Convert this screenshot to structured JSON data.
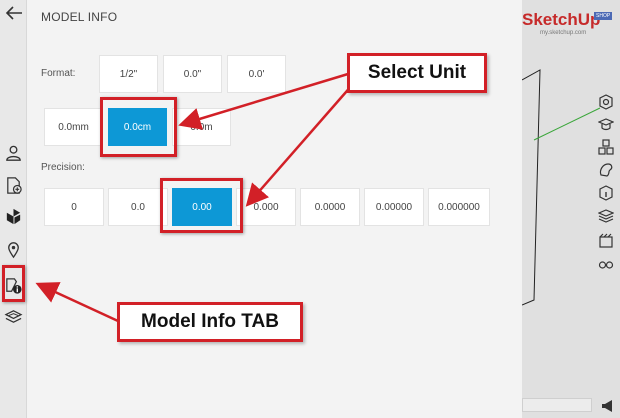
{
  "panel": {
    "title": "MODEL INFO",
    "format_label": "Format:",
    "precision_label": "Precision:",
    "format_row1": [
      "1/2\"",
      "0.0\"",
      "0.0'"
    ],
    "format_row2": [
      "0.0mm",
      "0.0cm",
      "0.0m"
    ],
    "format_selected": "0.0cm",
    "precision_options": [
      "0",
      "0.0",
      "0.00",
      "0.000",
      "0.0000",
      "0.00000",
      "0.000000"
    ],
    "precision_selected": "0.00"
  },
  "viewport": {
    "logo_text": "SketchUp",
    "logo_badge": "SHOP",
    "logo_sub": "my.sketchup.com"
  },
  "annotations": {
    "select_unit": "Select Unit",
    "model_info_tab": "Model Info TAB"
  },
  "colors": {
    "accent": "#0d98d6",
    "annotation_red": "#d22027",
    "green_axis": "#3aa63a"
  },
  "icons": {
    "rail": [
      "back-arrow-icon",
      "user-icon",
      "add-file-icon",
      "components-icon",
      "location-icon",
      "model-info-icon",
      "layers-stack-icon"
    ],
    "right_tools": [
      "styles-icon",
      "instructor-icon",
      "components-icon",
      "materials-icon",
      "entity-info-icon",
      "layers-icon",
      "scenes-icon",
      "display-icon"
    ]
  }
}
